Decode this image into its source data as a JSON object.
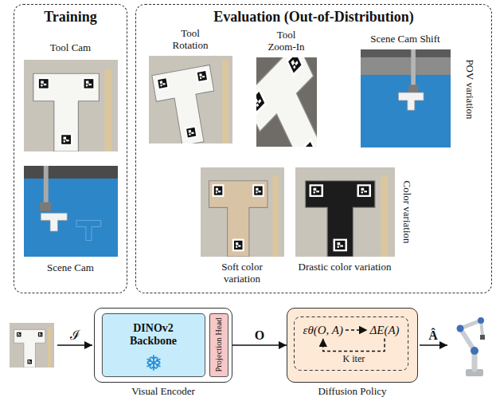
{
  "diagram": {
    "nodes": [
      {
        "text": [
          "Training"
        ]
      },
      {
        "text": [
          "Tool Cam"
        ],
        "in": 0
      },
      {
        "text": [
          "Scene Cam"
        ],
        "in": 0
      },
      {
        "text": [
          "Evaluation (Out-of-Distribution)"
        ]
      },
      {
        "text": [
          "Tool Rotation"
        ],
        "in": 3
      },
      {
        "text": [
          "Tool Zoom-In"
        ],
        "in": 3
      },
      {
        "text": [
          "Scene Cam Shift"
        ],
        "in": 3
      },
      {
        "text": [
          "Soft color variation"
        ],
        "in": 3
      },
      {
        "text": [
          "Drastic color variation"
        ],
        "in": 3
      },
      {
        "text": [
          "Visual Encoder"
        ]
      },
      {
        "text": [
          "DINOv2 Backbone"
        ],
        "in": 9
      },
      {
        "text": [
          "Projection Head"
        ],
        "in": 9
      },
      {
        "text": [
          "Diffusion Policy"
        ]
      },
      {
        "text": [
          "εθ(O, A)"
        ],
        "in": 12
      },
      {
        "text": [
          "ΔE(A)"
        ],
        "in": 12
      }
    ],
    "edges": [
      {
        "from": 9,
        "to": 12,
        "label": "O",
        "arrow": "to"
      },
      {
        "from": 13,
        "to": 14,
        "arrow": "to"
      },
      {
        "from": 14,
        "to": 13,
        "label": "K iter",
        "arrow": "to"
      }
    ],
    "labels": [
      "POV variation",
      "Color variation",
      "ℐ",
      "Â"
    ]
  }
}
